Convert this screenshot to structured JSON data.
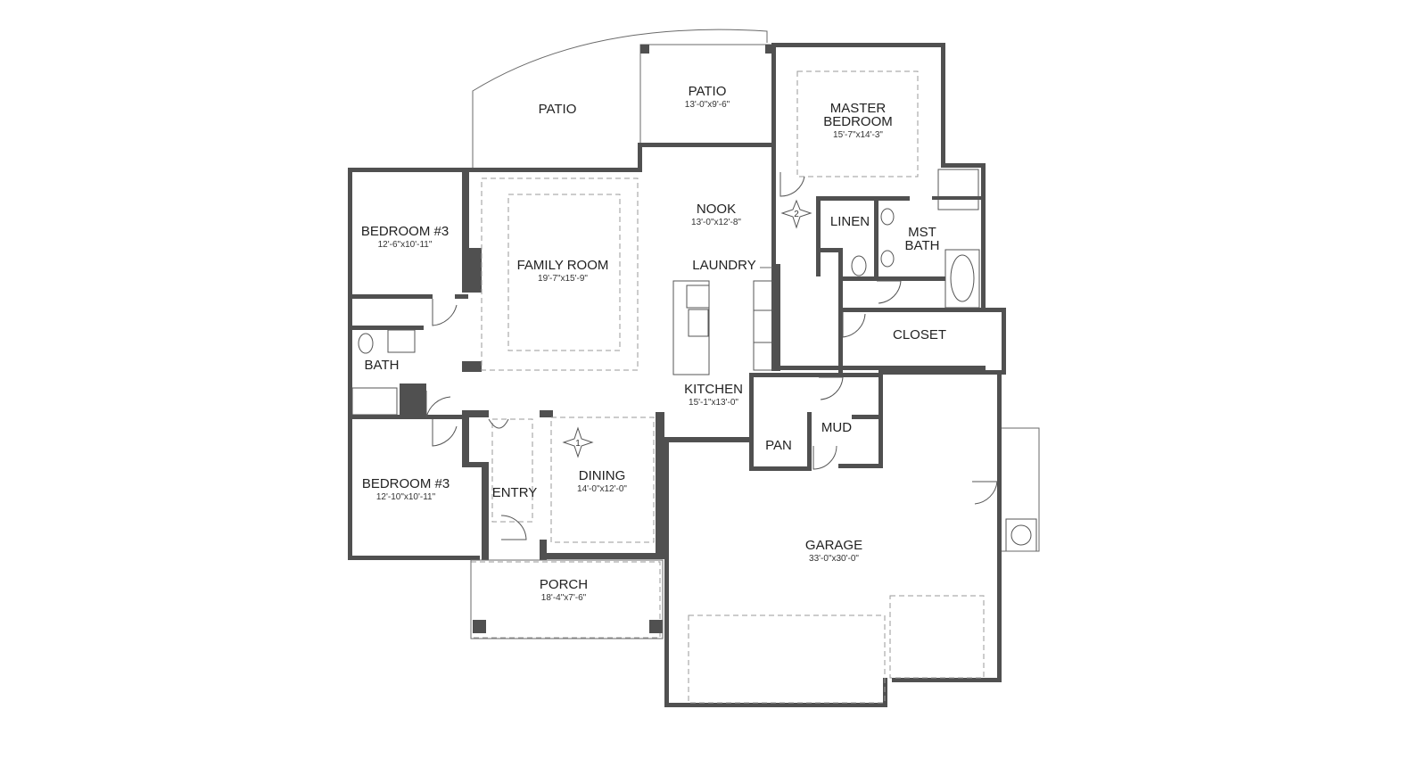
{
  "rooms": {
    "patio_left": {
      "name": "PATIO"
    },
    "patio_right": {
      "name": "PATIO",
      "dim": "13'-0\"x9'-6\""
    },
    "master_bedroom": {
      "name_line1": "MASTER",
      "name_line2": "BEDROOM",
      "dim": "15'-7\"x14'-3\""
    },
    "bedroom_upper": {
      "name": "BEDROOM #3",
      "dim": "12'-6\"x10'-11\""
    },
    "family_room": {
      "name": "FAMILY ROOM",
      "dim": "19'-7\"x15'-9\""
    },
    "nook": {
      "name": "NOOK",
      "dim": "13'-0\"x12'-8\""
    },
    "linen": {
      "name": "LINEN"
    },
    "mst_bath": {
      "name_line1": "MST",
      "name_line2": "BATH"
    },
    "laundry": {
      "name": "LAUNDRY"
    },
    "closet": {
      "name": "CLOSET"
    },
    "bath": {
      "name": "BATH"
    },
    "kitchen": {
      "name": "KITCHEN",
      "dim": "15'-1\"x13'-0\""
    },
    "mud": {
      "name": "MUD"
    },
    "pan": {
      "name": "PAN"
    },
    "bedroom_lower": {
      "name": "BEDROOM #3",
      "dim": "12'-10\"x10'-11\""
    },
    "entry": {
      "name": "ENTRY"
    },
    "dining": {
      "name": "DINING",
      "dim": "14'-0\"x12'-0\""
    },
    "garage": {
      "name": "GARAGE",
      "dim": "33'-0\"x30'-0\""
    },
    "porch": {
      "name": "PORCH",
      "dim": "18'-4\"x7'-6\""
    }
  },
  "markers": {
    "dining_marker": "1",
    "nook_marker": "2"
  }
}
